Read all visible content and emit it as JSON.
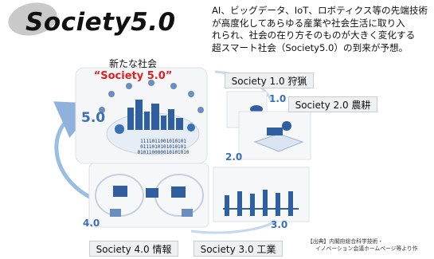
{
  "header": {
    "title": "Society5.0",
    "description_lines": [
      "AI、ビッグデータ、IoT、ロボティクス等の先端技術",
      "が高度化してあらゆる産業や社会生活に取り入",
      "れられ、社会の在り方そのものが大きく変化する",
      "超スマート社会（Society5.0）の到来が予想。"
    ]
  },
  "new_society": {
    "subtitle": "新たな社会",
    "name": "“Society 5.0”"
  },
  "stages": {
    "s1": {
      "number": "1.0",
      "label": "Society 1.0 狩猟"
    },
    "s2": {
      "number": "2.0",
      "label": "Society 2.0 農耕"
    },
    "s3": {
      "number": "3.0",
      "label": "Society 3.0 工業"
    },
    "s4": {
      "number": "4.0",
      "label": "Society 4.0 情報"
    },
    "s5": {
      "number": "5.0"
    }
  },
  "binary_lines": [
    "1111011001010101",
    "0111010101010101",
    "010110000010101010"
  ],
  "source_note": {
    "lines": [
      "【出典】内閣府総合科学技術・",
      "イノベーション会議ホームページ等より作"
    ]
  },
  "colors": {
    "accent_blue": "#3a6fb5",
    "red_name": "#e02020",
    "label_bg": "#eef0f2"
  }
}
